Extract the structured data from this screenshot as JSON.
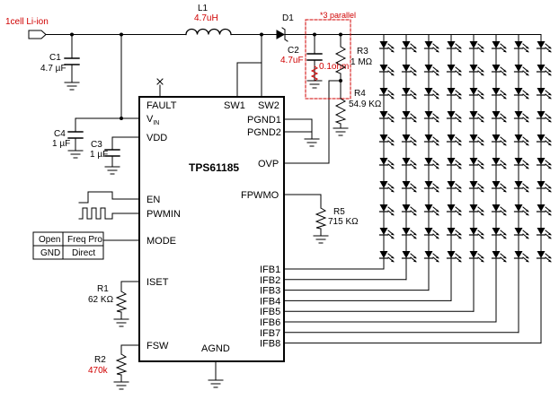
{
  "input": {
    "label": "1cell Li-ion",
    "color": "#d00000"
  },
  "inductor": {
    "ref": "L1",
    "value": "4.7uH",
    "value_color": "#d00000"
  },
  "diode": {
    "ref": "D1"
  },
  "cap_in": {
    "ref": "C1",
    "value": "4.7 µF"
  },
  "cap_out": {
    "ref": "C2",
    "value": "4.7uF",
    "value_color": "#d00000"
  },
  "cap_vin": {
    "ref": "C4",
    "value": "1 µF"
  },
  "cap_vdd": {
    "ref": "C3",
    "value": "1 µF"
  },
  "parallel_note": {
    "text": "*3 parallel",
    "color": "#d00000"
  },
  "r_small": {
    "value": "0.1ohm",
    "color": "#d00000"
  },
  "r3": {
    "ref": "R3",
    "value": "1 MΩ"
  },
  "r4": {
    "ref": "R4",
    "value": "54.9 KΩ"
  },
  "r5": {
    "ref": "R5",
    "value": "715 KΩ"
  },
  "r1": {
    "ref": "R1",
    "value": "62 KΩ"
  },
  "r2": {
    "ref": "R2",
    "value": "470k",
    "value_color": "#d00000"
  },
  "chip": {
    "name": "TPS61185",
    "pins_left": [
      "FAULT",
      "V",
      "VDD",
      "EN",
      "PWMIN",
      "MODE",
      "ISET",
      "FSW"
    ],
    "vin_subscript": "IN",
    "pins_top": [
      "SW1",
      "SW2"
    ],
    "pins_right": [
      "PGND1",
      "PGND2",
      "OVP",
      "FPWMO"
    ],
    "pins_ifb": [
      "IFB1",
      "IFB2",
      "IFB3",
      "IFB4",
      "IFB5",
      "IFB6",
      "IFB7",
      "IFB8"
    ],
    "pin_bottom": "AGND"
  },
  "mode_table": [
    [
      "Open",
      "Freq Pro"
    ],
    [
      "GND",
      "Direct"
    ]
  ],
  "led_array": {
    "columns": 8,
    "leds_per_string": 10
  }
}
